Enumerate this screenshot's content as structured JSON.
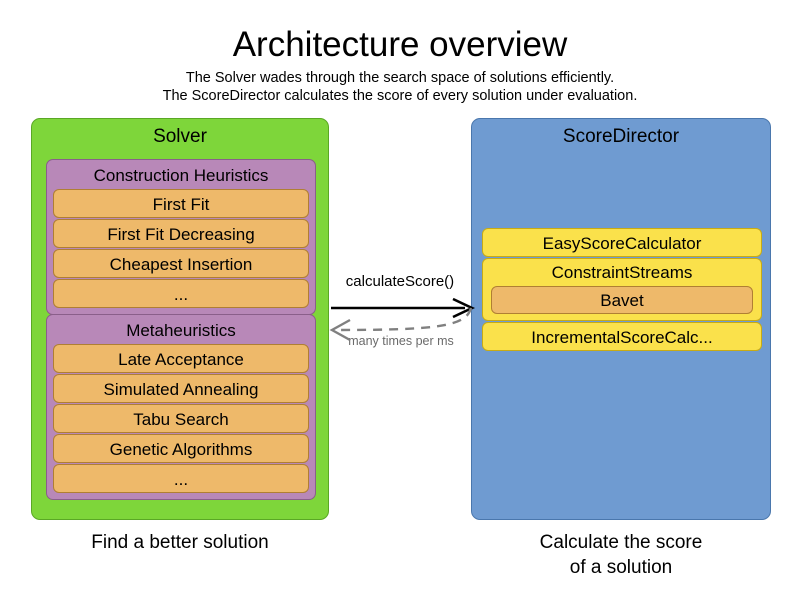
{
  "header": {
    "title": "Architecture overview",
    "subtitle_line1": "The Solver wades through the search space of solutions efficiently.",
    "subtitle_line2": "The ScoreDirector calculates the score of every solution under evaluation."
  },
  "colors": {
    "solver_panel": "#7ed63a",
    "scoredirector_panel": "#6f9bd1",
    "group_purple": "#b888b8",
    "item_orange": "#eeb96a",
    "item_yellow": "#fae14b",
    "arrow_solid": "#000000",
    "arrow_dashed": "#808080",
    "background": "#ffffff"
  },
  "solver": {
    "title": "Solver",
    "caption": "Find a better solution",
    "groups": [
      {
        "title": "Construction Heuristics",
        "items": [
          {
            "label": "First Fit"
          },
          {
            "label": "First Fit Decreasing"
          },
          {
            "label": "Cheapest Insertion"
          },
          {
            "label": "..."
          }
        ]
      },
      {
        "title": "Metaheuristics",
        "items": [
          {
            "label": "Late Acceptance"
          },
          {
            "label": "Simulated Annealing"
          },
          {
            "label": "Tabu Search"
          },
          {
            "label": "Genetic Algorithms"
          },
          {
            "label": "..."
          }
        ]
      }
    ]
  },
  "score_director": {
    "title": "ScoreDirector",
    "caption_line1": "Calculate the score",
    "caption_line2": "of a solution",
    "items": [
      {
        "label": "EasyScoreCalculator"
      },
      {
        "label": "ConstraintStreams",
        "nested": [
          {
            "label": "Bavet"
          }
        ]
      },
      {
        "label": "IncrementalScoreCalc..."
      }
    ]
  },
  "connector": {
    "forward_label": "calculateScore()",
    "return_label": "many times per ms",
    "forward_icon": "arrow-right-icon",
    "return_icon": "arrow-left-dashed-icon"
  }
}
